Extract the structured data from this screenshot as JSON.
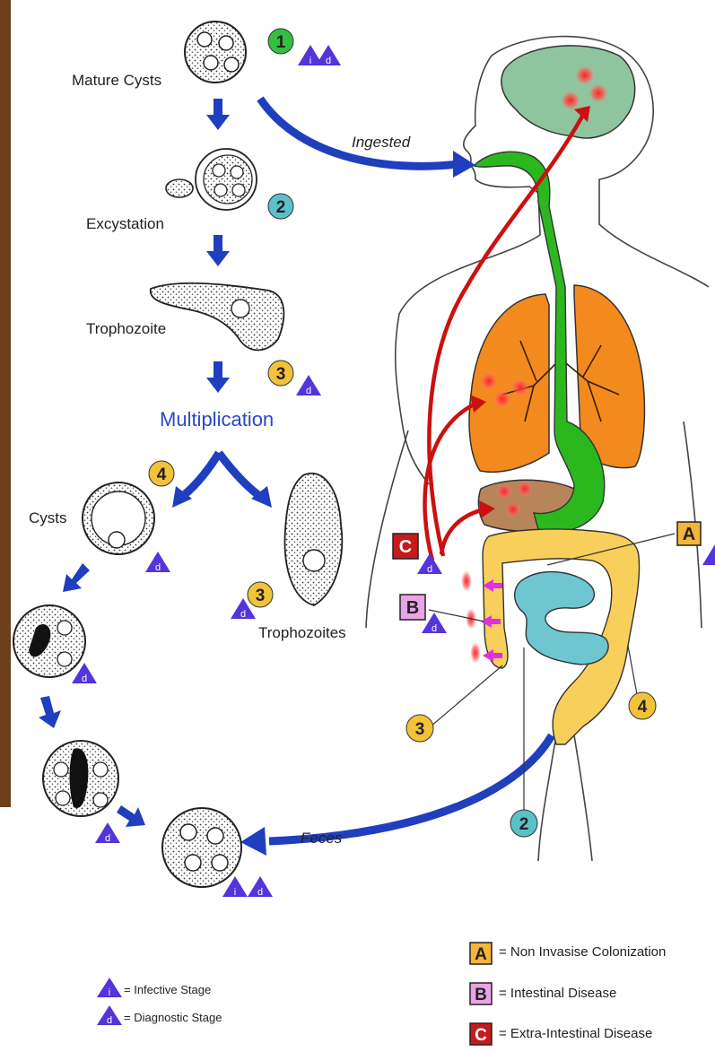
{
  "stages": {
    "mature_cysts": "Mature Cysts",
    "excystation": "Excystation",
    "trophozoite": "Trophozoite",
    "multiplication": "Multiplication",
    "cysts": "Cysts",
    "trophozoites": "Trophozoites"
  },
  "routes": {
    "ingested": "Ingested",
    "feces": "Feces"
  },
  "markers": {
    "one": "1",
    "two": "2",
    "three": "3",
    "four": "4",
    "infective_symbol": "i",
    "diagnostic_symbol": "d"
  },
  "disease_letters": {
    "a": "A",
    "b": "B",
    "c": "C"
  },
  "legend": {
    "infective": "= Infective Stage",
    "diagnostic": "= Diagnostic Stage",
    "a_text": "= Non Invasise Colonization",
    "b_text": "= Intestinal Disease",
    "c_text": "= Extra-Intestinal Disease"
  },
  "colors": {
    "arrow_blue": "#1f3fbf",
    "num_green": "#33c040",
    "num_teal": "#5cc0c8",
    "num_yellow": "#f2c23a",
    "tri_purple": "#5533dd",
    "lungs": "#f28a1e",
    "brain": "#8fc59e",
    "esophagus": "#2bb81f",
    "liver": "#b8855a",
    "colon": "#f8cf5a",
    "small_intestine": "#6ec6d0",
    "red_arrow": "#cc1010",
    "box_a": "#f4b53a",
    "box_b": "#e9a4e6",
    "box_c": "#c8191c"
  }
}
